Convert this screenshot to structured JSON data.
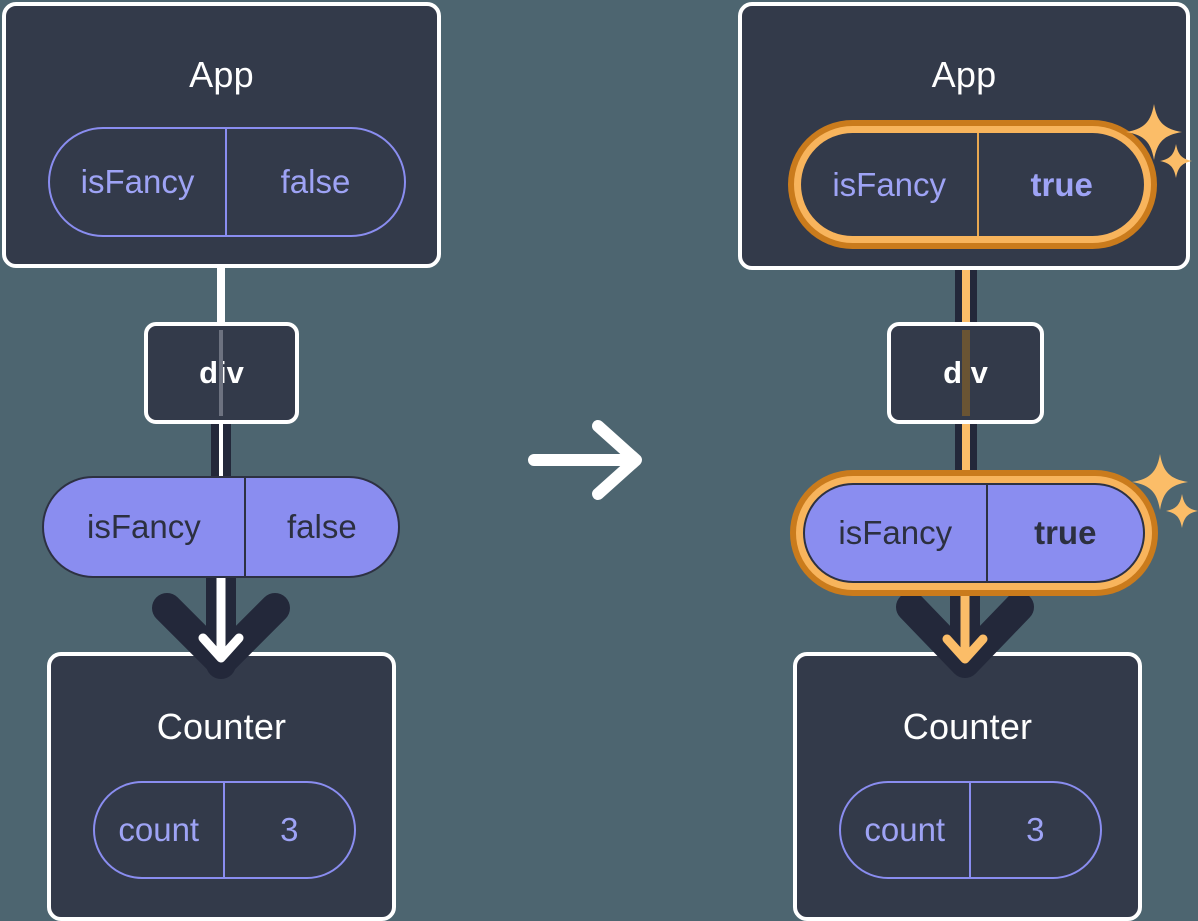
{
  "diagram": {
    "title": "React state propagation before and after isFancy changes",
    "background_color": "#4d6570",
    "panel_color": "#333a4a",
    "accent_purple": "#8a8df0",
    "highlight_orange_outer": "#ca7b1c",
    "highlight_orange_inner": "#f8b45c",
    "transition_icon": "right-arrow-icon"
  },
  "left": {
    "app": {
      "title": "App",
      "state": {
        "key": "isFancy",
        "value": "false"
      }
    },
    "div": {
      "label": "div"
    },
    "prop": {
      "key": "isFancy",
      "value": "false"
    },
    "counter": {
      "title": "Counter",
      "state": {
        "key": "count",
        "value": "3"
      }
    }
  },
  "right": {
    "app": {
      "title": "App",
      "state": {
        "key": "isFancy",
        "value": "true",
        "highlighted": true
      }
    },
    "div": {
      "label": "div"
    },
    "prop": {
      "key": "isFancy",
      "value": "true",
      "highlighted": true
    },
    "counter": {
      "title": "Counter",
      "state": {
        "key": "count",
        "value": "3"
      }
    },
    "sparkle_icons": [
      "sparkle-icon-large",
      "sparkle-icon-small"
    ]
  }
}
